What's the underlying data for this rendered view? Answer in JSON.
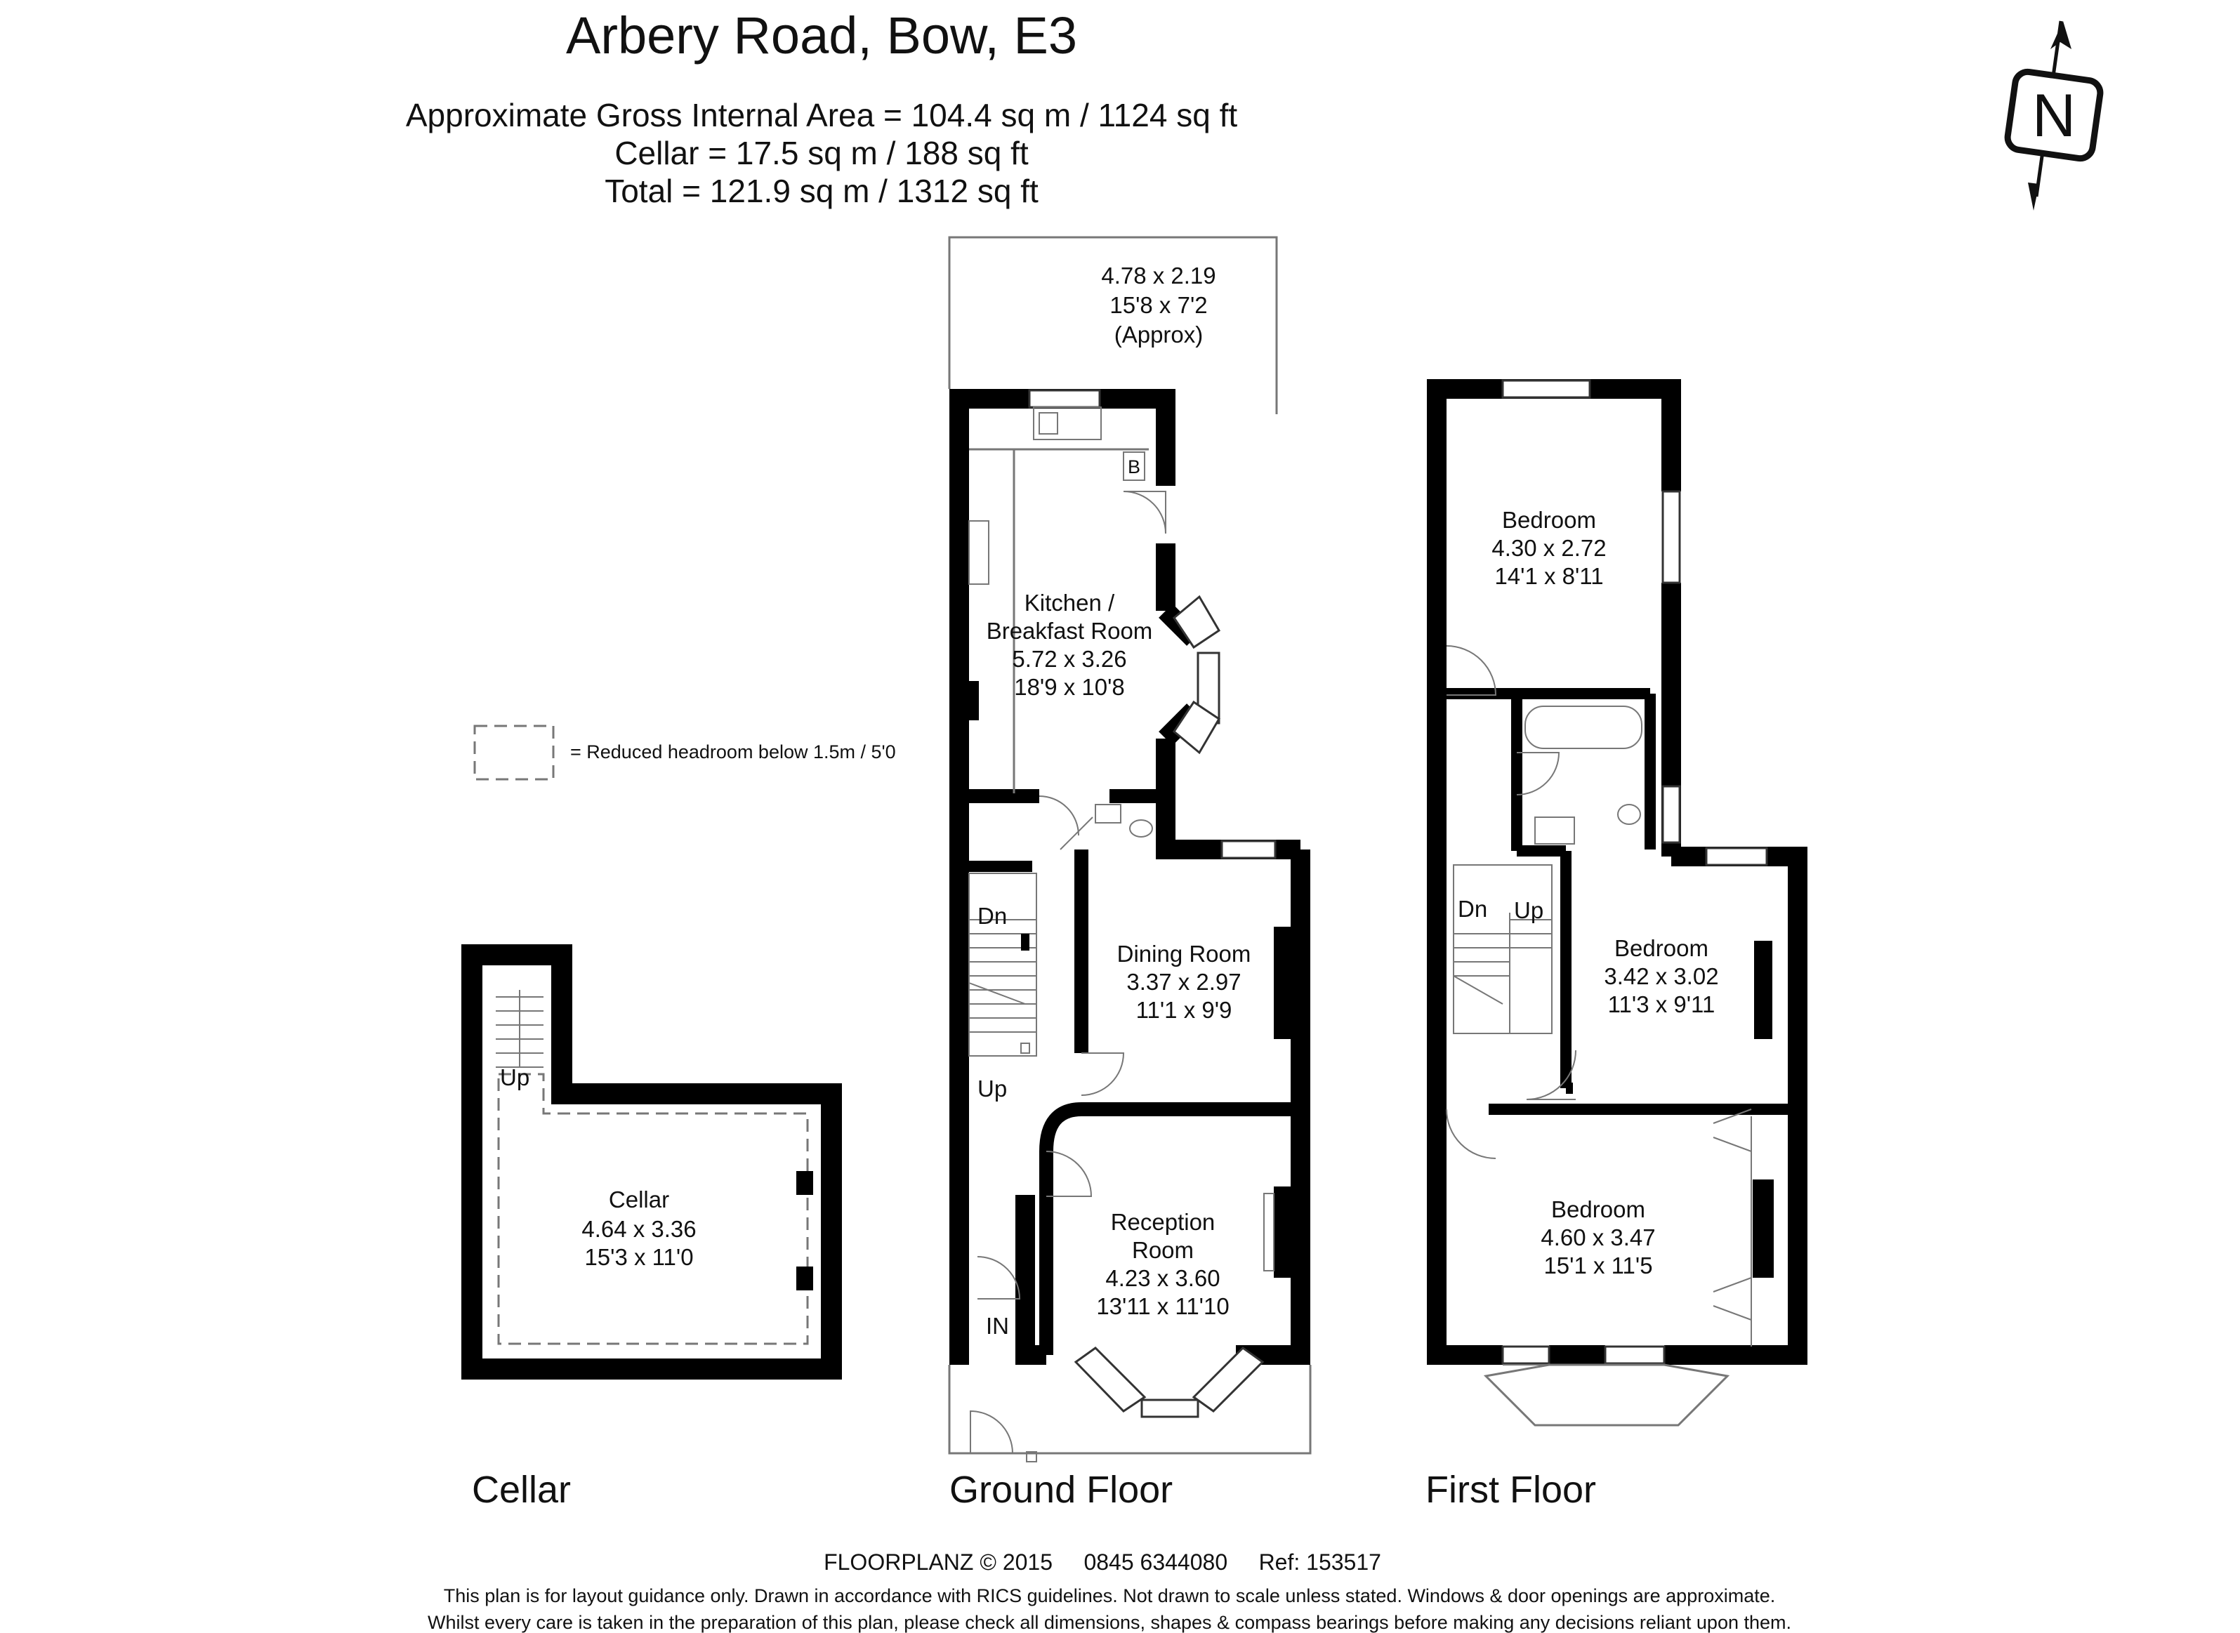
{
  "header": {
    "title": "Arbery Road, Bow, E3",
    "area_gross": "Approximate Gross Internal Area = 104.4 sq m / 1124 sq ft",
    "area_cellar": "Cellar = 17.5 sq m / 188 sq ft",
    "area_total": "Total = 121.9 sq m / 1312 sq ft"
  },
  "compass": {
    "letter": "N",
    "icon": "north-arrow-icon"
  },
  "legend": {
    "text": "= Reduced headroom below 1.5m / 5'0"
  },
  "garden": {
    "line1": "4.78 x 2.19",
    "line2": "15'8 x 7'2",
    "line3": "(Approx)"
  },
  "floors": {
    "cellar": {
      "label": "Cellar"
    },
    "ground": {
      "label": "Ground Floor"
    },
    "first": {
      "label": "First Floor"
    }
  },
  "rooms": {
    "cellar": {
      "name": "Cellar",
      "metric": "4.64 x 3.36",
      "imperial": "15'3 x 11'0"
    },
    "kitchen": {
      "name1": "Kitchen /",
      "name2": "Breakfast Room",
      "metric": "5.72 x 3.26",
      "imperial": "18'9 x 10'8"
    },
    "dining": {
      "name": "Dining Room",
      "metric": "3.37 x 2.97",
      "imperial": "11'1 x 9'9"
    },
    "reception": {
      "name1": "Reception",
      "name2": "Room",
      "metric": "4.23 x 3.60",
      "imperial": "13'11 x 11'10"
    },
    "bedroom_rear": {
      "name": "Bedroom",
      "metric": "4.30 x 2.72",
      "imperial": "14'1 x 8'11"
    },
    "bedroom_middle": {
      "name": "Bedroom",
      "metric": "3.42 x 3.02",
      "imperial": "11'3 x 9'11"
    },
    "bedroom_front": {
      "name": "Bedroom",
      "metric": "4.60 x 3.47",
      "imperial": "15'1 x 11'5"
    }
  },
  "stair_labels": {
    "cellar_up": "Up",
    "ground_dn": "Dn",
    "ground_up": "Up",
    "first_dn": "Dn",
    "first_up": "Up"
  },
  "fixtures": {
    "boiler": "B",
    "entrance": "IN"
  },
  "footer": {
    "credits": "FLOORPLANZ © 2015     0845 6344080     Ref: 153517",
    "disclaimer1": "This plan is for layout guidance only. Drawn in accordance with RICS guidelines. Not drawn to scale unless stated. Windows & door openings are approximate.",
    "disclaimer2": "Whilst every care is taken in the preparation of this plan, please check all dimensions, shapes & compass bearings before making any decisions reliant upon them."
  }
}
